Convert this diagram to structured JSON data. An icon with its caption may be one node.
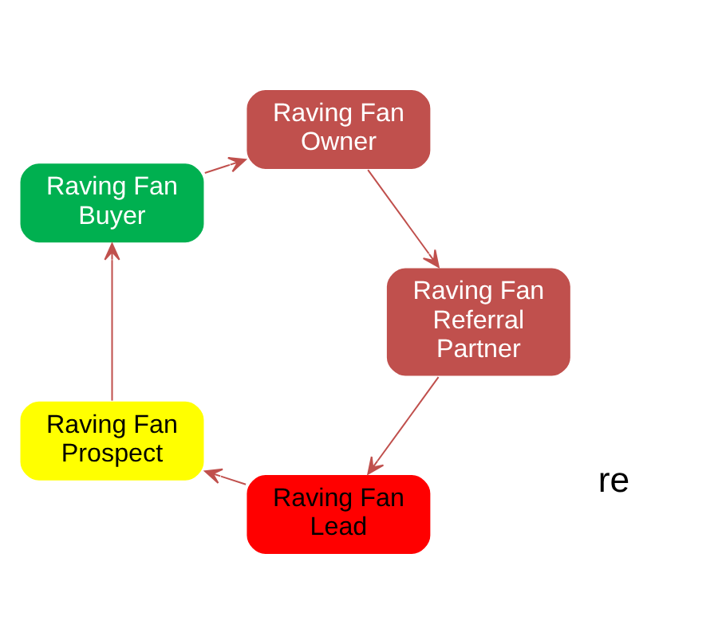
{
  "diagram": {
    "nodes": [
      {
        "text": [
          "Raving Fan Lead"
        ]
      },
      {
        "text": [
          "Raving Fan Prospect"
        ]
      },
      {
        "text": [
          "Raving Fan Buyer"
        ]
      },
      {
        "text": [
          "Raving Fan Owner"
        ]
      },
      {
        "text": [
          "Raving Fan Referral Partner"
        ]
      }
    ],
    "edges": [
      {
        "from": 0,
        "to": 1,
        "arrow": "to"
      },
      {
        "from": 1,
        "to": 2,
        "arrow": "to"
      },
      {
        "from": 2,
        "to": 3,
        "arrow": "to"
      },
      {
        "from": 3,
        "to": 4,
        "arrow": "to"
      },
      {
        "from": 4,
        "to": 0,
        "arrow": "to"
      }
    ],
    "labels": [
      "re"
    ]
  }
}
